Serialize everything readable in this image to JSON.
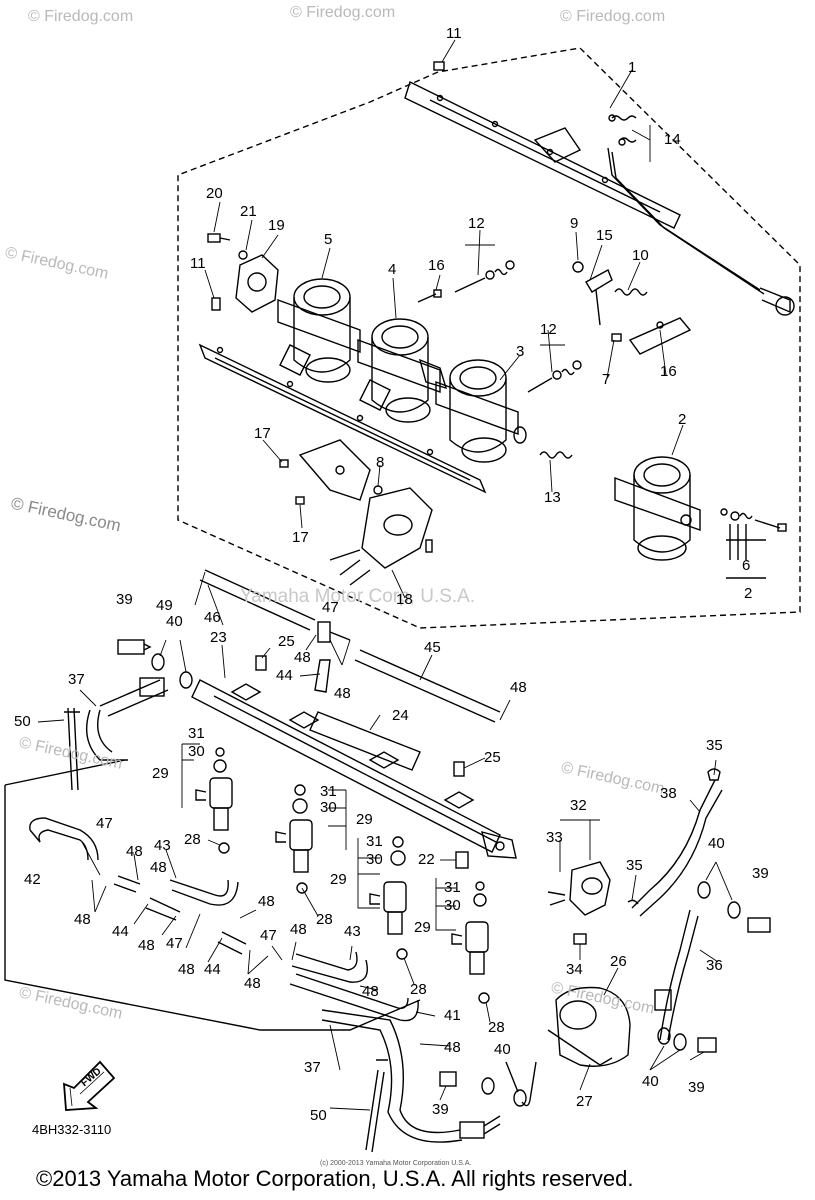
{
  "watermarks": {
    "firedog": "© Firedog.com",
    "corp": "Yamaha Motor Corp, U.S.A."
  },
  "callouts": {
    "n1": "1",
    "n2": "2",
    "n2b": "2",
    "n3": "3",
    "n4": "4",
    "n5": "5",
    "n6": "6",
    "n7": "7",
    "n8": "8",
    "n9": "9",
    "n10": "10",
    "n11a": "11",
    "n11b": "11",
    "n12a": "12",
    "n12b": "12",
    "n13": "13",
    "n14": "14",
    "n15": "15",
    "n16a": "16",
    "n16b": "16",
    "n17a": "17",
    "n17b": "17",
    "n18": "18",
    "n19": "19",
    "n20": "20",
    "n21": "21",
    "n22": "22",
    "n23": "23",
    "n24": "24",
    "n25a": "25",
    "n25b": "25",
    "n26": "26",
    "n27": "27",
    "n28a": "28",
    "n28b": "28",
    "n28c": "28",
    "n28d": "28",
    "n29a": "29",
    "n29b": "29",
    "n29c": "29",
    "n29d": "29",
    "n30a": "30",
    "n30b": "30",
    "n30c": "30",
    "n30d": "30",
    "n31a": "31",
    "n31b": "31",
    "n31c": "31",
    "n31d": "31",
    "n32": "32",
    "n33": "33",
    "n34": "34",
    "n35a": "35",
    "n35b": "35",
    "n36": "36",
    "n37a": "37",
    "n37b": "37",
    "n38": "38",
    "n39a": "39",
    "n39b": "39",
    "n39c": "39",
    "n40a": "40",
    "n40b": "40",
    "n40c": "40",
    "n40d": "40",
    "n41": "41",
    "n42": "42",
    "n43a": "43",
    "n43b": "43",
    "n44a": "44",
    "n44b": "44",
    "n44c": "44",
    "n45": "45",
    "n46": "46",
    "n47a": "47",
    "n47b": "47",
    "n47c": "47",
    "n47d": "47",
    "n48a": "48",
    "n48b": "48",
    "n48c": "48",
    "n48d": "48",
    "n48e": "48",
    "n48f": "48",
    "n48g": "48",
    "n48h": "48",
    "n48i": "48",
    "n48j": "48",
    "n48k": "48",
    "n48l": "48",
    "n48m": "48",
    "n48n": "48",
    "n49": "49",
    "n50a": "50",
    "n50b": "50"
  },
  "fwd_label": "FWD",
  "part_code": "4BH332-3110",
  "copyright": "©2013 Yamaha Motor Corporation, U.S.A. All rights reserved.",
  "fine_print": "(c) 2000-2013 Yamaha Motor Corporation U.S.A."
}
